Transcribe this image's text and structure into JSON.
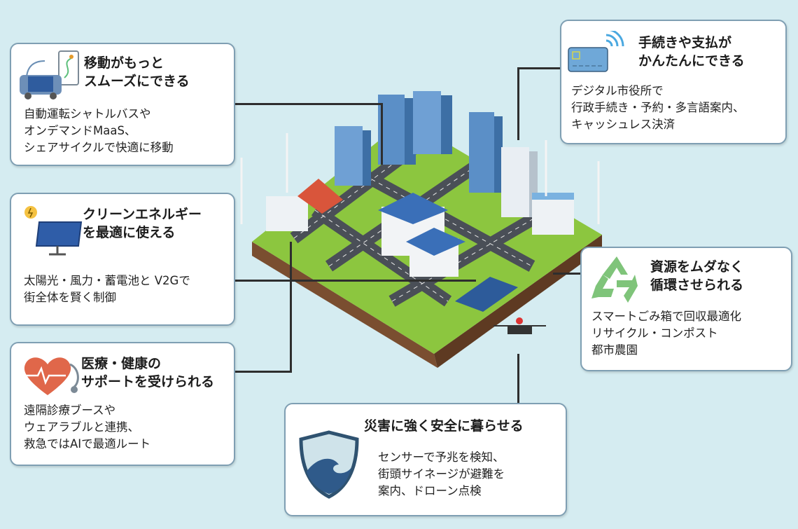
{
  "cards": {
    "mobility": {
      "title": [
        "移動がもっと",
        "スムーズにできる"
      ],
      "desc": [
        "自動運転シャトルバスや",
        "オンデマンドMaaS、",
        "シェアサイクルで快適に移動"
      ],
      "icon": "bus-phone-icon"
    },
    "energy": {
      "title": [
        "クリーンエネルギー",
        "を最適に使える"
      ],
      "desc": [
        "太陽光・風力・蓄電池と V2Gで",
        "街全体を賢く制御"
      ],
      "icon": "solar-panel-icon"
    },
    "health": {
      "title": [
        "医療・健康の",
        "サポートを受けられる"
      ],
      "desc": [
        "遠隔診療ブースや",
        "ウェアラブルと連携、",
        "救急ではAIで最適ルート"
      ],
      "icon": "heart-stethoscope-icon"
    },
    "payment": {
      "title": [
        "手続きや支払が",
        "かんたんにできる"
      ],
      "desc": [
        "デジタル市役所で",
        "行政手続き・予約・多言語案内、",
        "キャッシュレス決済"
      ],
      "icon": "contactless-card-icon"
    },
    "resource": {
      "title": [
        "資源をムダなく",
        "循環させられる"
      ],
      "desc": [
        "スマートごみ箱で回収最適化",
        "リサイクル・コンポスト",
        "都市農園"
      ],
      "icon": "recycle-icon"
    },
    "disaster": {
      "title": [
        "災害に強く安全に暮らせる"
      ],
      "desc": [
        "センサーで予兆を検知、",
        "街頭サイネージが避難を",
        "案内、ドローン点検"
      ],
      "icon": "shield-wave-icon"
    }
  },
  "colors": {
    "background": "#d5ecf1",
    "border": "#7f9fb3",
    "grass": "#8cc63f",
    "soil": "#8a5a3a",
    "road": "#4a4f57"
  }
}
